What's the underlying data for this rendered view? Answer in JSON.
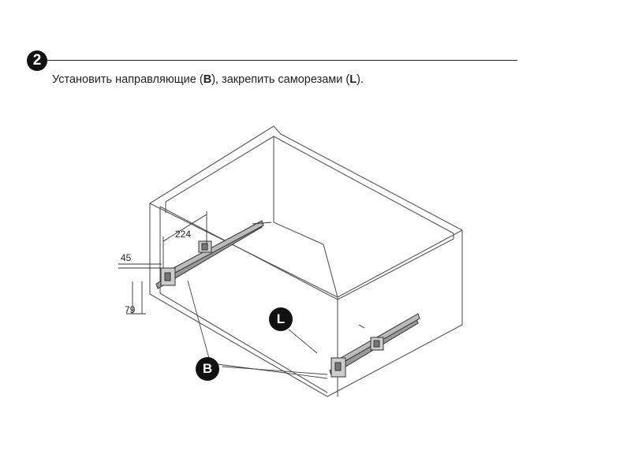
{
  "step": {
    "number": "2"
  },
  "instruction": {
    "pre": "Установить направляющие (",
    "b_label": "B",
    "mid": "), закрепить саморезами (",
    "l_label": "L",
    "post": ")."
  },
  "dimensions": {
    "d224": "224",
    "d45": "45",
    "d79": "79"
  },
  "callouts": {
    "l": "L",
    "b": "B"
  },
  "colors": {
    "line": "#555555",
    "dark": "#111111",
    "rail": "#888888"
  }
}
